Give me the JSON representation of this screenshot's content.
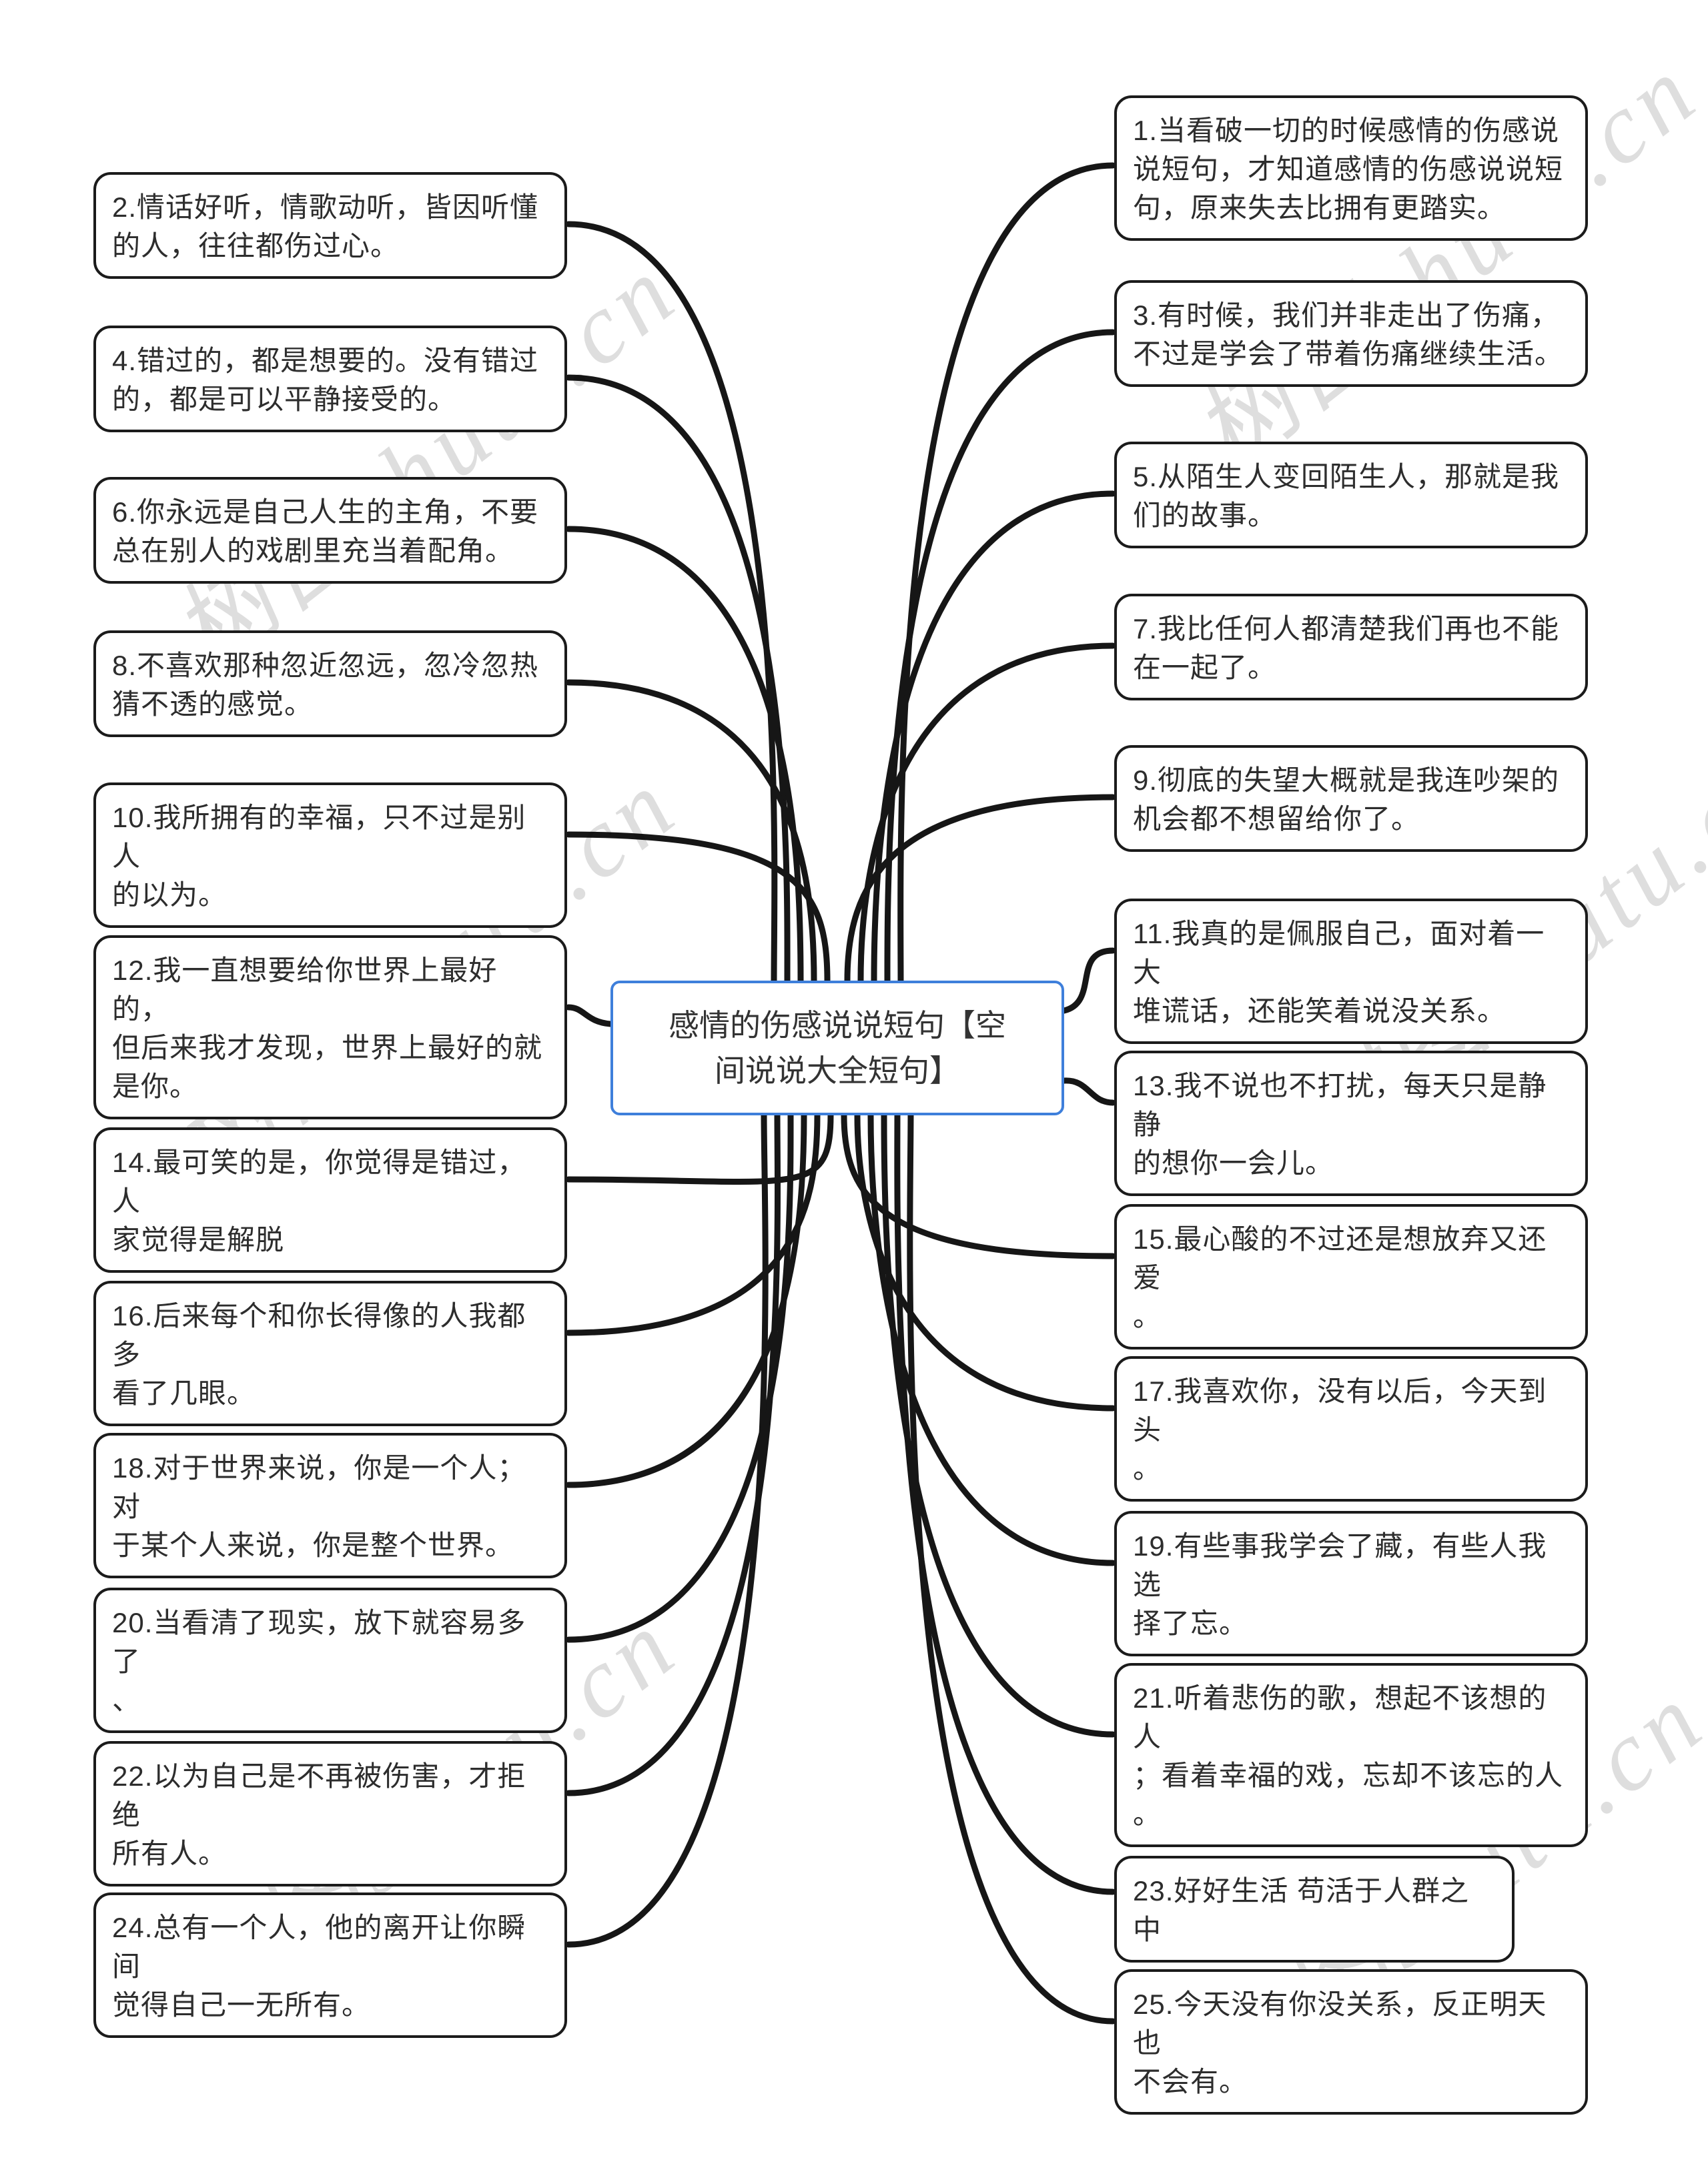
{
  "central": {
    "title": "感情的伤感说说短句【空\n间说说大全短句】",
    "border_color": "#3e7fdb"
  },
  "nodes": [
    {
      "id": 1,
      "side": "right",
      "text": "1.当看破一切的时候感情的伤感说\n说短句，才知道感情的伤感说说短\n句，原来失去比拥有更踏实。"
    },
    {
      "id": 2,
      "side": "left",
      "text": "2.情话好听，情歌动听，皆因听懂\n的人，往往都伤过心。"
    },
    {
      "id": 3,
      "side": "right",
      "text": "3.有时候，我们并非走出了伤痛，\n不过是学会了带着伤痛继续生活。"
    },
    {
      "id": 4,
      "side": "left",
      "text": "4.错过的，都是想要的。没有错过\n的，都是可以平静接受的。"
    },
    {
      "id": 5,
      "side": "right",
      "text": "5.从陌生人变回陌生人，那就是我\n们的故事。"
    },
    {
      "id": 6,
      "side": "left",
      "text": "6.你永远是自己人生的主角，不要\n总在别人的戏剧里充当着配角。"
    },
    {
      "id": 7,
      "side": "right",
      "text": "7.我比任何人都清楚我们再也不能\n在一起了。"
    },
    {
      "id": 8,
      "side": "left",
      "text": "8.不喜欢那种忽近忽远，忽冷忽热\n猜不透的感觉。"
    },
    {
      "id": 9,
      "side": "right",
      "text": "9.彻底的失望大概就是我连吵架的\n机会都不想留给你了。"
    },
    {
      "id": 10,
      "side": "left",
      "text": "10.我所拥有的幸福，只不过是别人\n的以为。"
    },
    {
      "id": 11,
      "side": "right",
      "text": "11.我真的是佩服自己，面对着一大\n堆谎话，还能笑着说没关系。"
    },
    {
      "id": 12,
      "side": "left",
      "text": "12.我一直想要给你世界上最好的，\n但后来我才发现，世界上最好的就\n是你。"
    },
    {
      "id": 13,
      "side": "right",
      "text": "13.我不说也不打扰，每天只是静静\n的想你一会儿。"
    },
    {
      "id": 14,
      "side": "left",
      "text": "14.最可笑的是，你觉得是错过，人\n家觉得是解脱"
    },
    {
      "id": 15,
      "side": "right",
      "text": "15.最心酸的不过还是想放弃又还爱\n。"
    },
    {
      "id": 16,
      "side": "left",
      "text": "16.后来每个和你长得像的人我都多\n看了几眼。"
    },
    {
      "id": 17,
      "side": "right",
      "text": "17.我喜欢你，没有以后，今天到头\n。"
    },
    {
      "id": 18,
      "side": "left",
      "text": "18.对于世界来说，你是一个人；对\n于某个人来说，你是整个世界。"
    },
    {
      "id": 19,
      "side": "right",
      "text": "19.有些事我学会了藏，有些人我选\n择了忘。"
    },
    {
      "id": 20,
      "side": "left",
      "text": "20.当看清了现实，放下就容易多了\n、"
    },
    {
      "id": 21,
      "side": "right",
      "text": "21.听着悲伤的歌，想起不该想的人\n；看着幸福的戏，忘却不该忘的人\n。"
    },
    {
      "id": 22,
      "side": "left",
      "text": "22.以为自己是不再被伤害，才拒绝\n所有人。"
    },
    {
      "id": 23,
      "side": "right",
      "text": "23.好好生活 苟活于人群之中"
    },
    {
      "id": 24,
      "side": "left",
      "text": "24.总有一个人，他的离开让你瞬间\n觉得自己一无所有。"
    },
    {
      "id": 25,
      "side": "right",
      "text": "25.今天没有你没关系，反正明天也\n不会有。"
    }
  ],
  "watermark": {
    "text": "树图shutu.cn",
    "color": "rgba(0,0,0,0.13)"
  },
  "style": {
    "node_border_color": "#1b1b1b",
    "connector_color": "#161616",
    "background": "#ffffff"
  }
}
